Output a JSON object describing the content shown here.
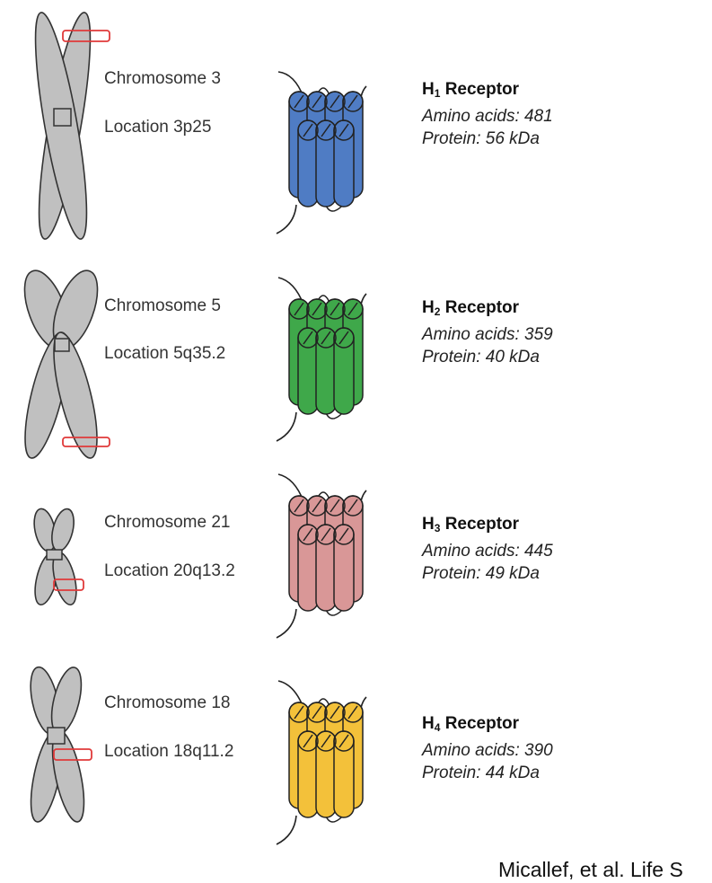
{
  "receptors": [
    {
      "name_prefix": "H",
      "subscript": "1",
      "name_suffix": " Receptor",
      "chromosome": "Chromosome 3",
      "location": "Location 3p25",
      "amino_acids": "Amino acids: 481",
      "protein": "Protein: 56 kDa",
      "color": "#4f7cc4"
    },
    {
      "name_prefix": "H",
      "subscript": "2",
      "name_suffix": " Receptor",
      "chromosome": "Chromosome 5",
      "location": "Location 5q35.2",
      "amino_acids": "Amino acids: 359",
      "protein": "Protein: 40 kDa",
      "color": "#3fa84a"
    },
    {
      "name_prefix": "H",
      "subscript": "3",
      "name_suffix": " Receptor",
      "chromosome": "Chromosome 21",
      "location": "Location 20q13.2",
      "amino_acids": "Amino acids: 445",
      "protein": "Protein: 49 kDa",
      "color": "#d99797"
    },
    {
      "name_prefix": "H",
      "subscript": "4",
      "name_suffix": " Receptor",
      "chromosome": "Chromosome 18",
      "location": "Location 18q11.2",
      "amino_acids": "Amino acids: 390",
      "protein": "Protein: 44 kDa",
      "color": "#f3c13a"
    }
  ],
  "chromosome_color": "#c0c0c0",
  "marker_color": "#e03a3a",
  "citation": "Micallef, et al. Life S"
}
